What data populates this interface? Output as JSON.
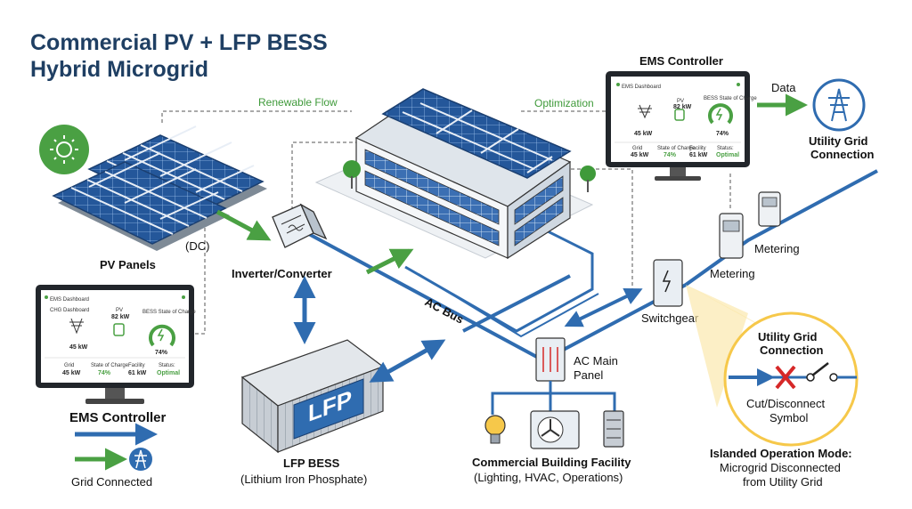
{
  "title": {
    "line1": "Commercial PV + LFP BESS",
    "line2": "Hybrid Microgrid"
  },
  "flows": {
    "renewable": "Renewable Flow",
    "optimization": "Optimization",
    "data": "Data",
    "dc": "(DC)",
    "ac_bus": "AC Bus"
  },
  "components": {
    "pv_panels": "PV Panels",
    "inverter": "Inverter/Converter",
    "ems_left": "EMS Controller",
    "ems_top": "EMS Controller",
    "utility_top_1": "Utility Grid",
    "utility_top_2": "Connection",
    "metering_1": "Metering",
    "metering_2": "Metering",
    "switchgear": "Switchgear",
    "ac_panel_1": "AC Main",
    "ac_panel_2": "Panel",
    "lfp_label": "LFP",
    "bess_1": "LFP BESS",
    "bess_2": "(Lithium Iron Phosphate)",
    "facility_1": "Commercial Building Facility",
    "facility_2": "(Lighting, HVAC, Operations)"
  },
  "legend": {
    "grid_connected": "Grid Connected"
  },
  "callout": {
    "title_1": "Utility Grid",
    "title_2": "Connection",
    "symbol_1": "Cut/Disconnect",
    "symbol_2": "Symbol",
    "mode_1": "Islanded Operation Mode:",
    "mode_2": "Microgrid Disconnected",
    "mode_3": "from Utility Grid"
  },
  "dashboard": {
    "header": "EMS Dashboard",
    "header_alt": "CHG Dashboard",
    "pv_label": "PV",
    "pv_value": "82 kW",
    "bess_label": "BESS State of Charge",
    "bess_value": "74%",
    "grid_value_top": "45 kW",
    "grid_label": "Grid",
    "grid_value": "45 kW",
    "soc_label": "State of Charge",
    "soc_value": "74%",
    "facility_label": "Facility",
    "facility_value": "61 kW",
    "status_label": "Status:",
    "status_value": "Optimal"
  },
  "colors": {
    "bus_blue": "#2f6cb0",
    "flow_green": "#4aa043",
    "title_navy": "#1f3f63",
    "highlight_yellow": "#f6c84a",
    "cut_red": "#d62828"
  }
}
